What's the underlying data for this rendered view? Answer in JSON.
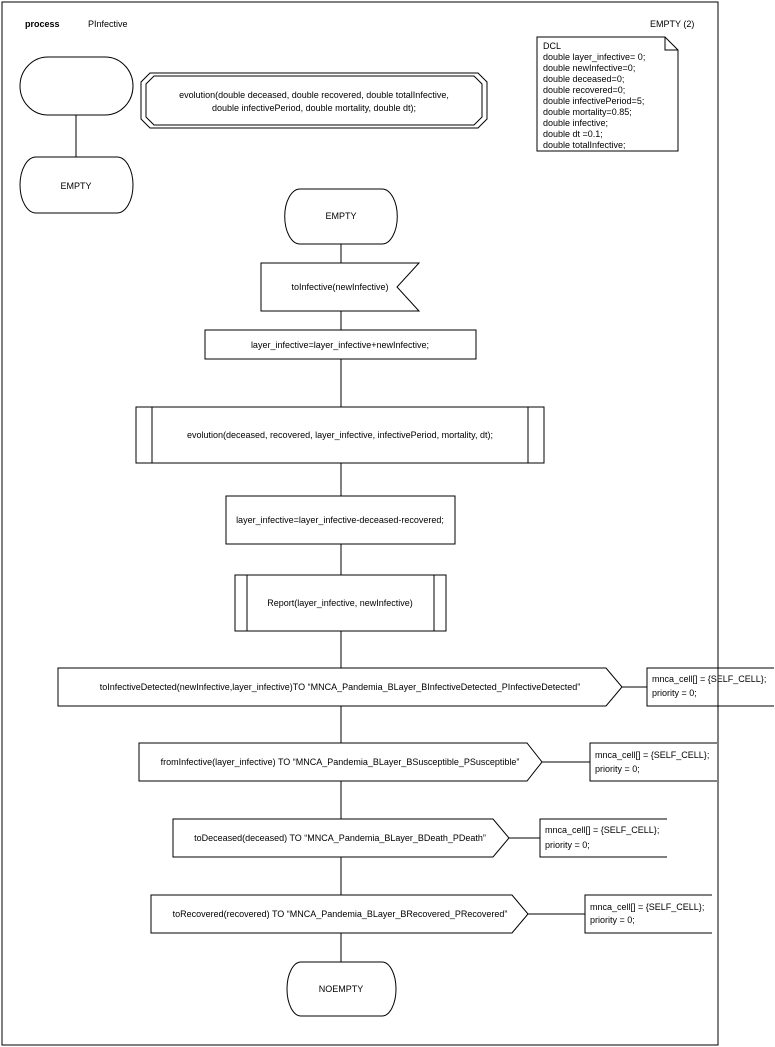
{
  "header": {
    "keyword": "process",
    "name": "PInfective",
    "page_label": "EMPTY (2)"
  },
  "declaration": {
    "lines": [
      "DCL",
      "double layer_infective= 0;",
      "double newInfective=0;",
      "double deceased=0;",
      "double recovered=0;",
      "double infectivePeriod=5;",
      "double mortality=0.85;",
      "double infective;",
      "double dt =0.1;",
      "double totalInfective;"
    ]
  },
  "procedure_def": {
    "lines": [
      "evolution(double deceased, double recovered, double totalInfective,",
      "double infectivePeriod, double mortality, double dt);"
    ]
  },
  "start_state": {
    "label": "EMPTY"
  },
  "flow": {
    "state_in": "EMPTY",
    "input_signal": "toInfective(newInfective)",
    "task_1": "layer_infective=layer_infective+newInfective;",
    "procedure_call": "evolution(deceased, recovered, layer_infective, infectivePeriod, mortality, dt);",
    "task_2": "layer_infective=layer_infective-deceased-recovered;",
    "report_call": "Report(layer_infective, newInfective)",
    "outputs": [
      {
        "text": "toInfectiveDetected(newInfective,layer_infective)TO “MNCA_Pandemia_BLayer_BInfectiveDetected_PInfectiveDetected”",
        "comment": [
          "mnca_cell[] = {SELF_CELL};",
          "priority = 0;"
        ]
      },
      {
        "text": "fromInfective(layer_infective) TO “MNCA_Pandemia_BLayer_BSusceptible_PSusceptible”",
        "comment": [
          "mnca_cell[] = {SELF_CELL};",
          "priority = 0;"
        ]
      },
      {
        "text": "toDeceased(deceased) TO “MNCA_Pandemia_BLayer_BDeath_PDeath”",
        "comment": [
          "mnca_cell[] = {SELF_CELL};",
          "priority = 0;"
        ]
      },
      {
        "text": "toRecovered(recovered) TO “MNCA_Pandemia_BLayer_BRecovered_PRecovered”",
        "comment": [
          "mnca_cell[] = {SELF_CELL};",
          "priority = 0;"
        ]
      }
    ],
    "state_out": "NOEMPTY"
  }
}
